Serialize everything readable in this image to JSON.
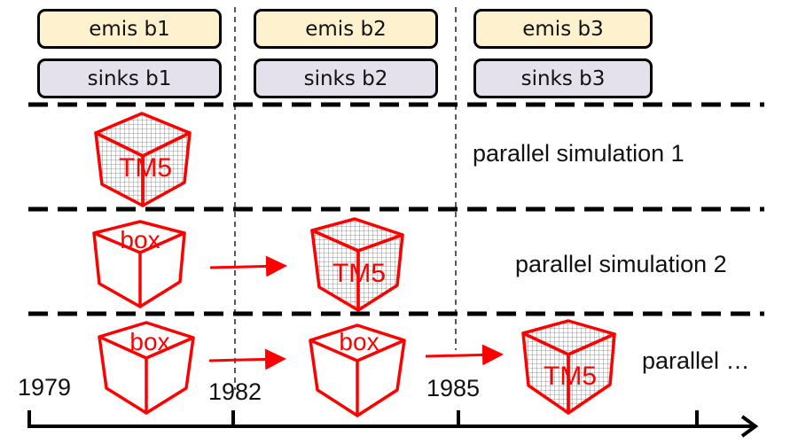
{
  "colors": {
    "accent": "#ff0000",
    "emis_fill": "#fdf2cd",
    "sinks_fill": "#e4e0ec",
    "line": "#000000"
  },
  "blocks": [
    {
      "emis": "emis b1",
      "sinks": "sinks b1"
    },
    {
      "emis": "emis b2",
      "sinks": "sinks b2"
    },
    {
      "emis": "emis b3",
      "sinks": "sinks b3"
    }
  ],
  "rows": [
    {
      "label": "parallel simulation 1",
      "cubes": [
        "TM5"
      ]
    },
    {
      "label": "parallel simulation 2",
      "cubes": [
        "box",
        "TM5"
      ]
    },
    {
      "label": "parallel …",
      "cubes": [
        "box",
        "box",
        "TM5"
      ]
    }
  ],
  "cube_labels": {
    "tm5": "TM5",
    "box": "box"
  },
  "timeline": {
    "years": [
      "1979",
      "1982",
      "1985"
    ]
  }
}
